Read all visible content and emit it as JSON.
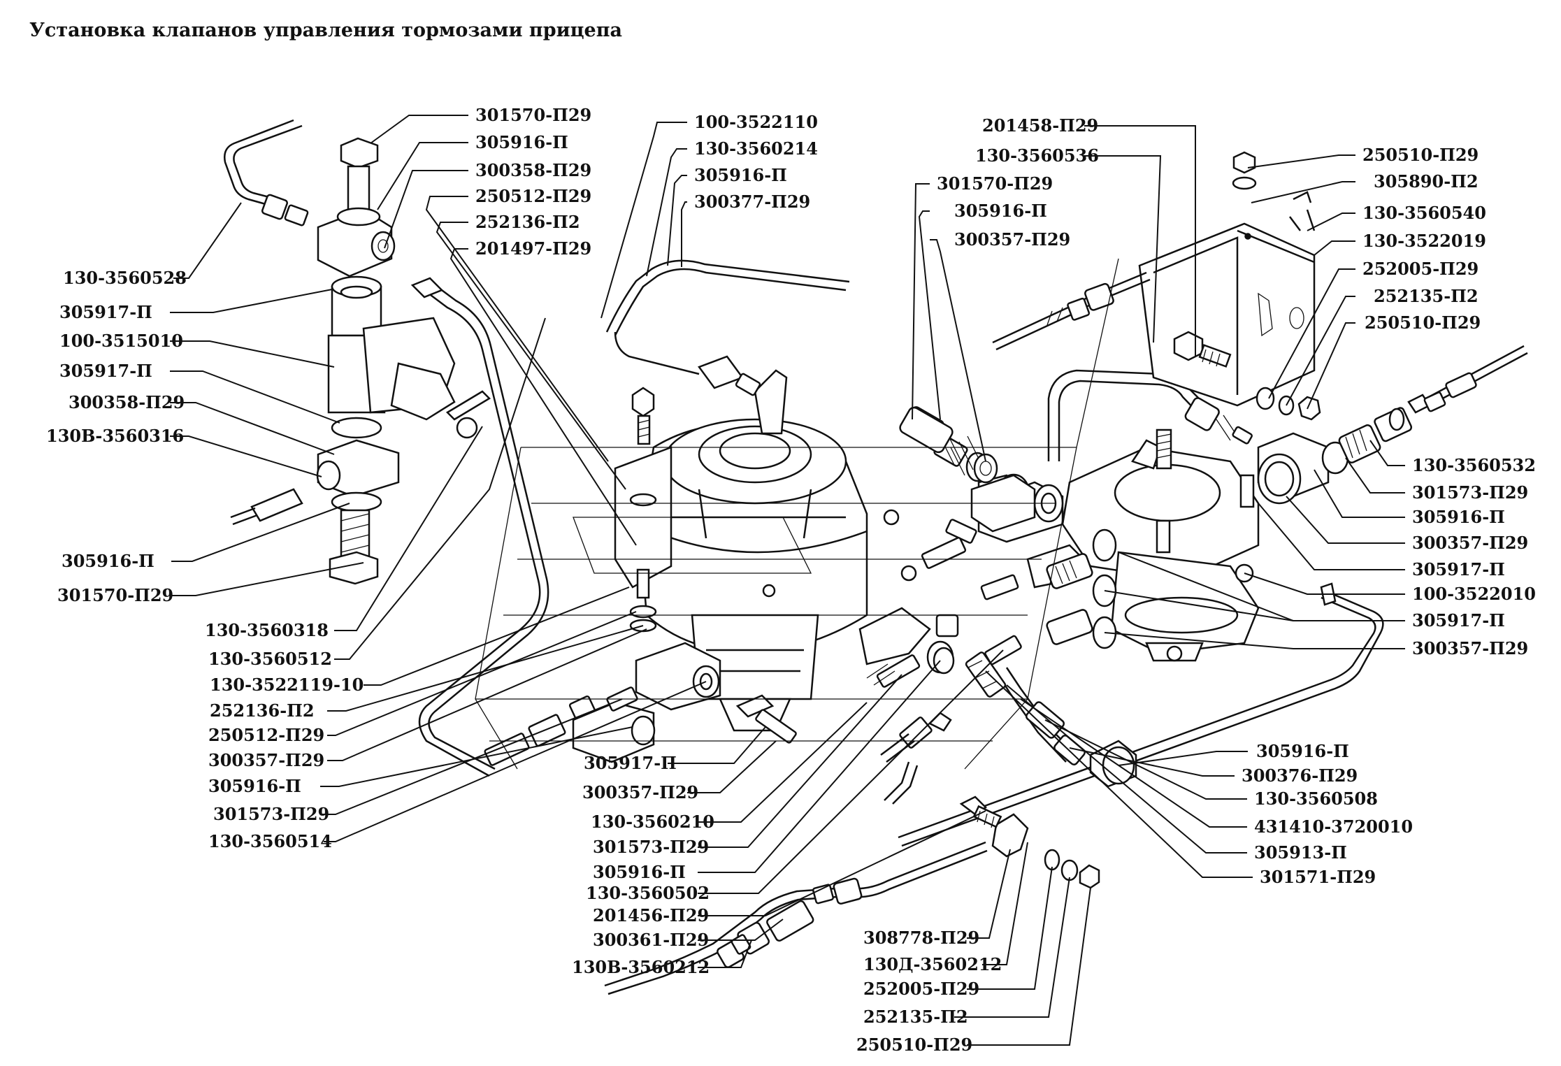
{
  "title": "Установка клапанов управления тормозами прицепа",
  "callouts": [
    {
      "id": "c1",
      "text": "301570-П29"
    },
    {
      "id": "c2",
      "text": "305916-П"
    },
    {
      "id": "c3",
      "text": "300358-П29"
    },
    {
      "id": "c4",
      "text": "250512-П29"
    },
    {
      "id": "c5",
      "text": "252136-П2"
    },
    {
      "id": "c6",
      "text": "201497-П29"
    },
    {
      "id": "c7",
      "text": "130-3560528"
    },
    {
      "id": "c8",
      "text": "305917-П"
    },
    {
      "id": "c9",
      "text": "100-3515010"
    },
    {
      "id": "c10",
      "text": "305917-П"
    },
    {
      "id": "c11",
      "text": "300358-П29"
    },
    {
      "id": "c12",
      "text": "130В-3560316"
    },
    {
      "id": "c13",
      "text": "305916-П"
    },
    {
      "id": "c14",
      "text": "301570-П29"
    },
    {
      "id": "c15",
      "text": "100-3522110"
    },
    {
      "id": "c16",
      "text": "130-3560214"
    },
    {
      "id": "c17",
      "text": "305916-П"
    },
    {
      "id": "c18",
      "text": "300377-П29"
    },
    {
      "id": "c19",
      "text": "201458-П29"
    },
    {
      "id": "c20",
      "text": "130-3560536"
    },
    {
      "id": "c21",
      "text": "301570-П29"
    },
    {
      "id": "c22",
      "text": "305916-П"
    },
    {
      "id": "c23",
      "text": "300357-П29"
    },
    {
      "id": "c24",
      "text": "250510-П29"
    },
    {
      "id": "c25",
      "text": "305890-П2"
    },
    {
      "id": "c26",
      "text": "130-3560540"
    },
    {
      "id": "c27",
      "text": "130-3522019"
    },
    {
      "id": "c28",
      "text": "252005-П29"
    },
    {
      "id": "c29",
      "text": "252135-П2"
    },
    {
      "id": "c30",
      "text": "250510-П29"
    },
    {
      "id": "c31",
      "text": "130-3560532"
    },
    {
      "id": "c32",
      "text": "301573-П29"
    },
    {
      "id": "c33",
      "text": "305916-П"
    },
    {
      "id": "c34",
      "text": "300357-П29"
    },
    {
      "id": "c35",
      "text": "305917-П"
    },
    {
      "id": "c36",
      "text": "100-3522010"
    },
    {
      "id": "c37",
      "text": "305917-П"
    },
    {
      "id": "c38",
      "text": "300357-П29"
    },
    {
      "id": "c39",
      "text": "130-3560318"
    },
    {
      "id": "c40",
      "text": "130-3560512"
    },
    {
      "id": "c41",
      "text": "130-3522119-10"
    },
    {
      "id": "c42",
      "text": "252136-П2"
    },
    {
      "id": "c43",
      "text": "250512-П29"
    },
    {
      "id": "c44",
      "text": "300357-П29"
    },
    {
      "id": "c45",
      "text": "305916-П"
    },
    {
      "id": "c46",
      "text": "301573-П29"
    },
    {
      "id": "c47",
      "text": "130-3560514"
    },
    {
      "id": "c48",
      "text": "305917-П"
    },
    {
      "id": "c49",
      "text": "300357-П29"
    },
    {
      "id": "c50",
      "text": "130-3560210"
    },
    {
      "id": "c51",
      "text": "301573-П29"
    },
    {
      "id": "c52",
      "text": "305916-П"
    },
    {
      "id": "c53",
      "text": "130-3560502"
    },
    {
      "id": "c54",
      "text": "201456-П29"
    },
    {
      "id": "c55",
      "text": "300361-П29"
    },
    {
      "id": "c56",
      "text": "130В-3560212"
    },
    {
      "id": "c57",
      "text": "305916-П"
    },
    {
      "id": "c58",
      "text": "300376-П29"
    },
    {
      "id": "c59",
      "text": "130-3560508"
    },
    {
      "id": "c60",
      "text": "431410-3720010"
    },
    {
      "id": "c61",
      "text": "305913-П"
    },
    {
      "id": "c62",
      "text": "301571-П29"
    },
    {
      "id": "c63",
      "text": "308778-П29"
    },
    {
      "id": "c64",
      "text": "130Д-3560212"
    },
    {
      "id": "c65",
      "text": "252005-П29"
    },
    {
      "id": "c66",
      "text": "252135-П2"
    },
    {
      "id": "c67",
      "text": "250510-П29"
    }
  ]
}
